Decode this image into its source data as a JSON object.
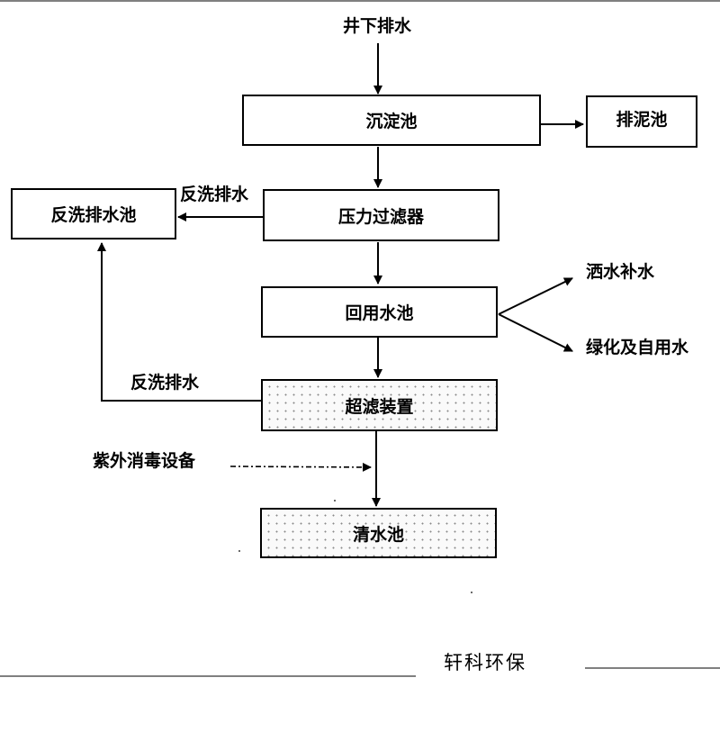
{
  "diagram": {
    "source_label": "井下排水",
    "boxes": {
      "sedimentation": "沉淀池",
      "sludge": "排泥池",
      "backwash_pool": "反洗排水池",
      "pressure_filter": "压力过滤器",
      "reuse_pool": "回用水池",
      "ultrafiltration": "超滤装置",
      "clear_water": "清水池"
    },
    "edge_labels": {
      "backwash_top": "反洗排水",
      "backwash_bottom": "反洗排水",
      "sprinkle": "洒水补水",
      "greening": "绿化及自用水",
      "uv": "紫外消毒设备"
    }
  },
  "footer": {
    "brand": "轩科环保"
  }
}
